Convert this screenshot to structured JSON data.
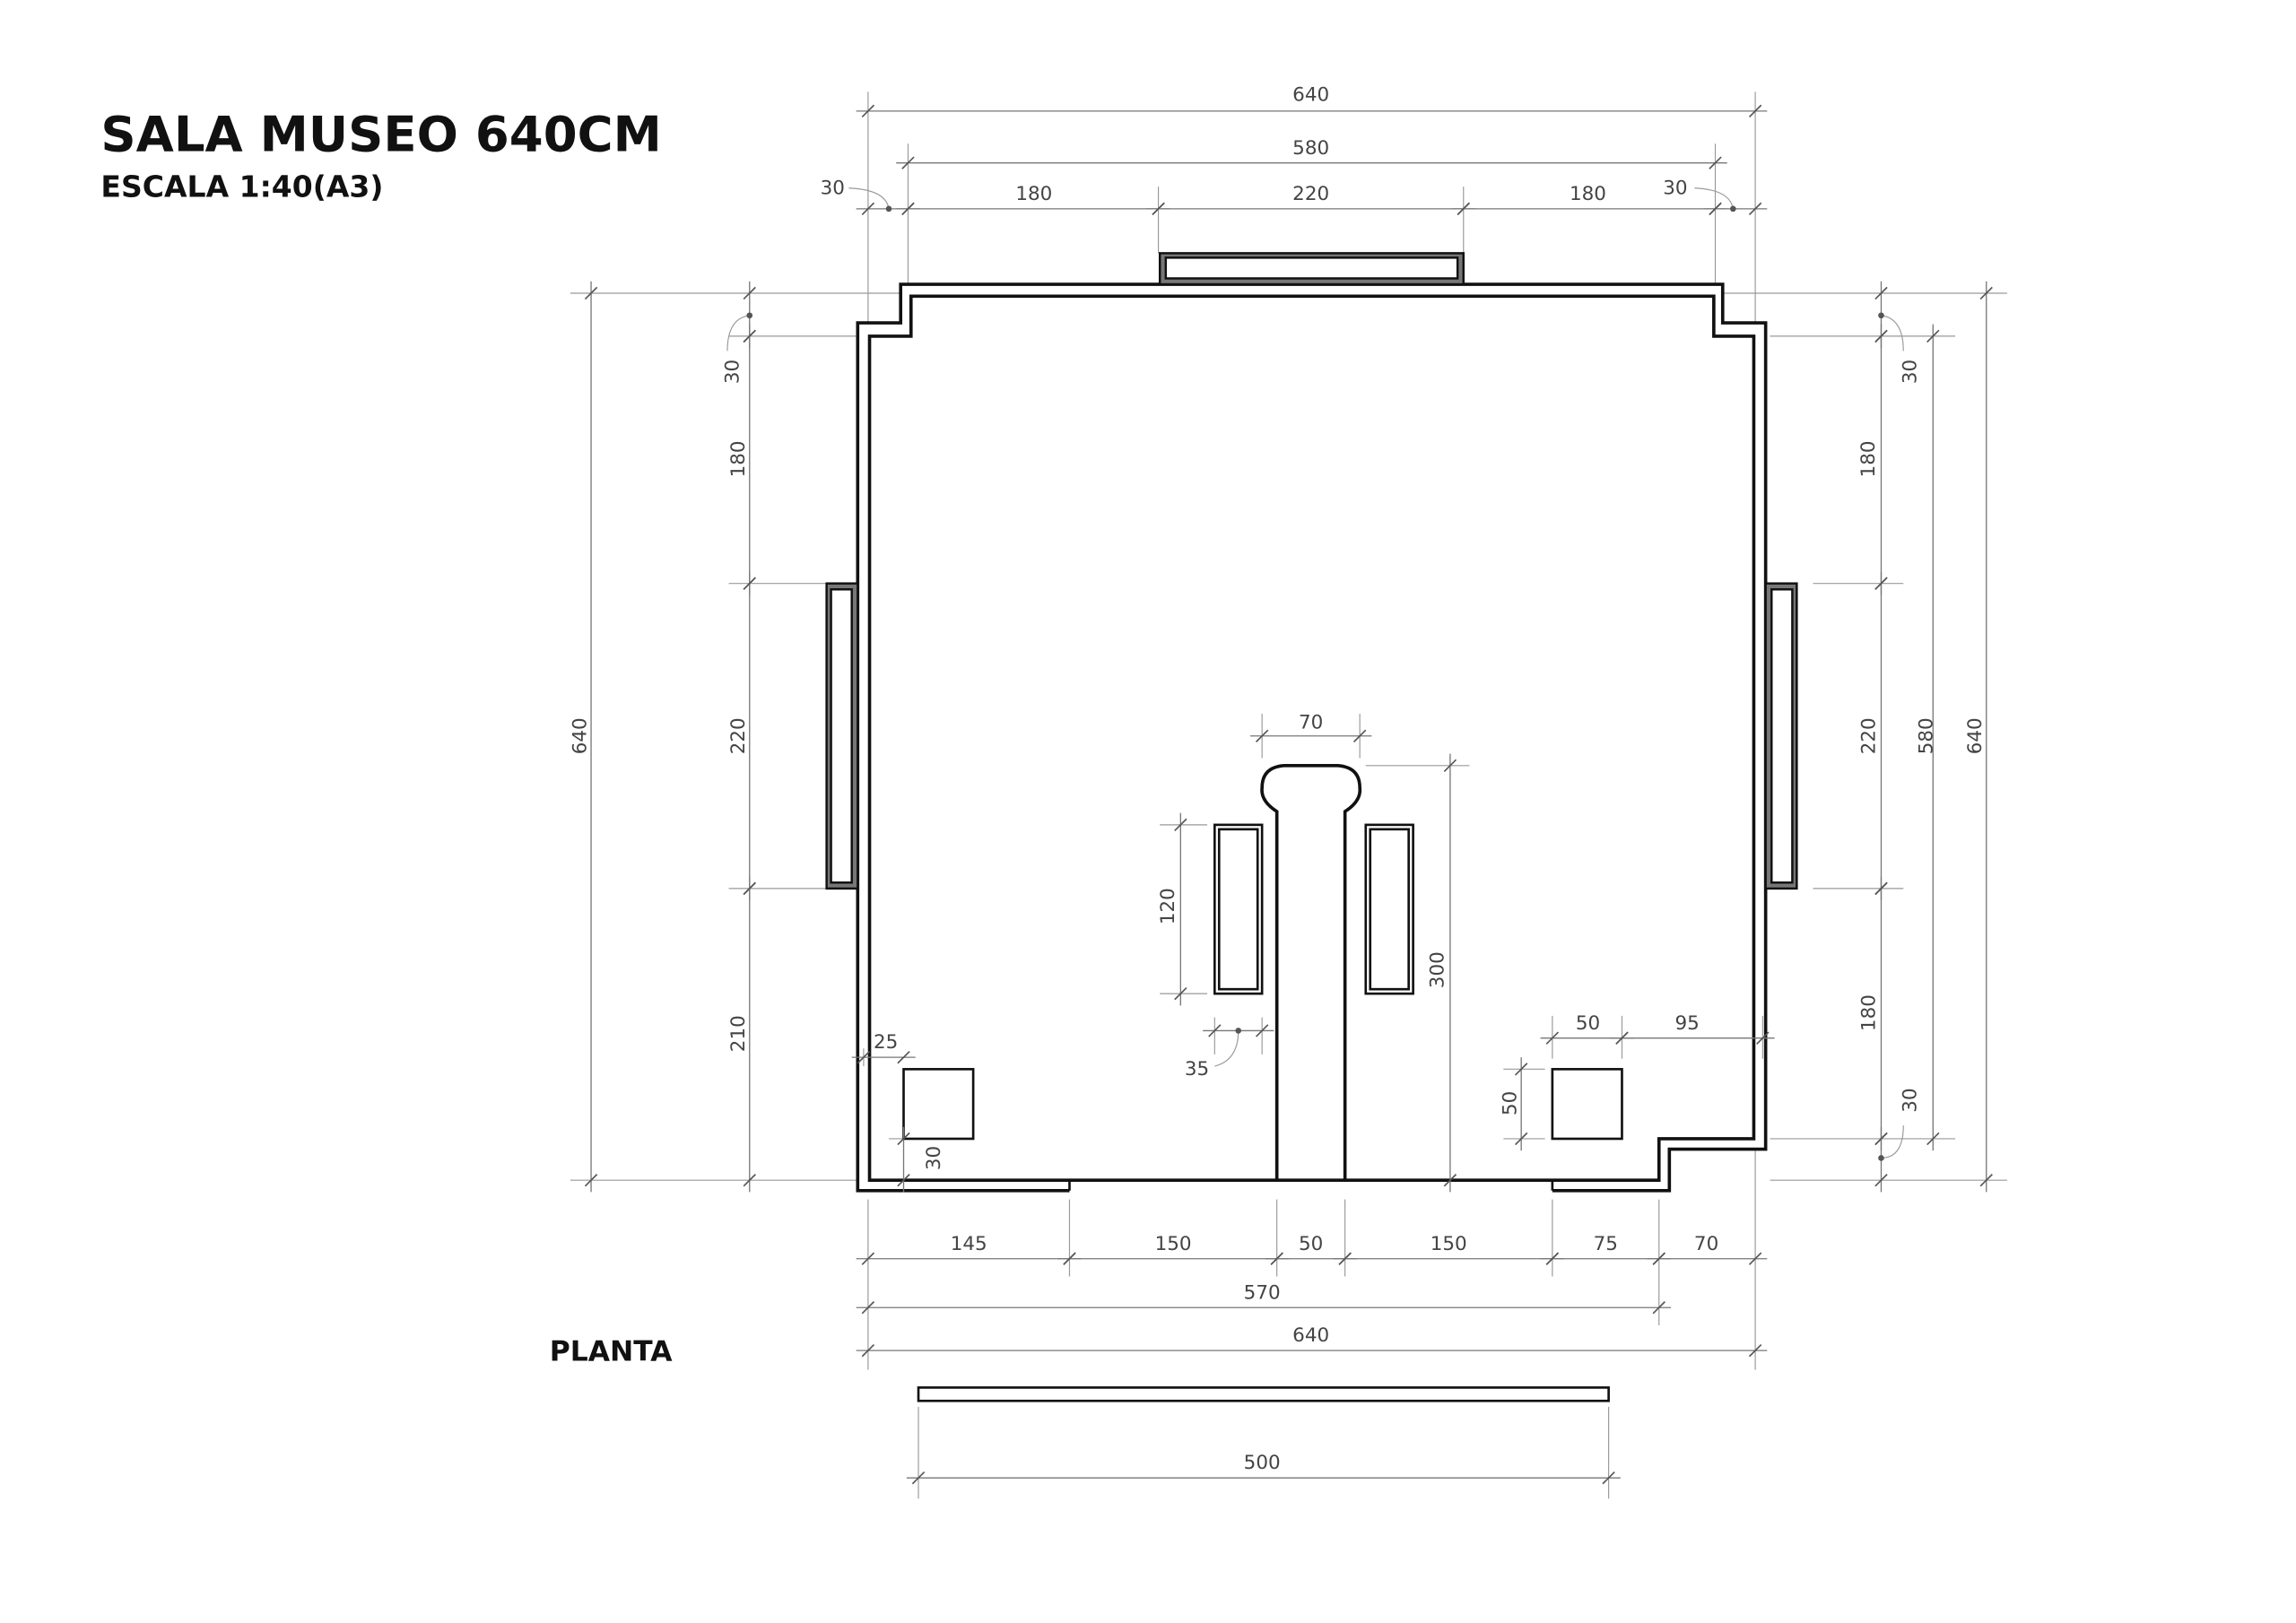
{
  "header": {
    "title": "SALA MUSEO 640CM",
    "scale": "ESCALA 1:40(A3)"
  },
  "view_label": "PLANTA",
  "dimensions": {
    "top": {
      "overall": "640",
      "inner": "580",
      "chain": [
        "30",
        "180",
        "220",
        "180",
        "30"
      ]
    },
    "left": {
      "overall": "640",
      "chain": [
        "30",
        "180",
        "220",
        "210"
      ],
      "box_offset_x": "25",
      "box_offset_y": "30"
    },
    "right": {
      "overall": "640",
      "inner": "580",
      "chain": [
        "30",
        "180",
        "220",
        "180",
        "30"
      ]
    },
    "center": {
      "pier_head_width": "70",
      "pier_length": "300",
      "case_height": "120",
      "case_width": "35",
      "box_width": "50",
      "box_right_offset": "95",
      "box_height": "50"
    },
    "bottom": {
      "chain": [
        "145",
        "150",
        "50",
        "150",
        "75",
        "70"
      ],
      "partial": "570",
      "overall": "640"
    },
    "bench": {
      "length": "500"
    }
  }
}
